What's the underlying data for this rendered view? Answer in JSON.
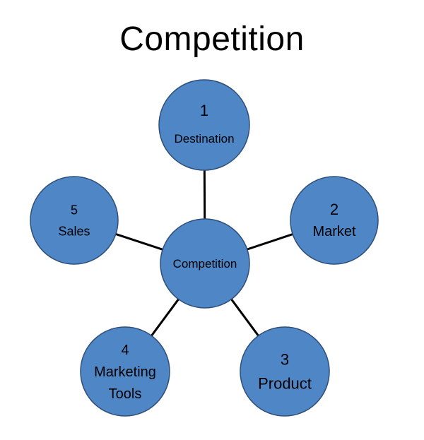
{
  "title": "Competition",
  "colors": {
    "node_fill": "#4f86c6",
    "node_stroke": "#2f4f7a",
    "connector": "#000000",
    "text": "#000000"
  },
  "center": {
    "id": "center",
    "lines": [
      "Competition"
    ]
  },
  "nodes": [
    {
      "id": "destination",
      "lines": [
        "1",
        "Destination"
      ]
    },
    {
      "id": "market",
      "lines": [
        "2",
        "Market"
      ]
    },
    {
      "id": "product",
      "lines": [
        "3",
        "Product"
      ]
    },
    {
      "id": "marketing-tools",
      "lines": [
        "4",
        "Marketing",
        "Tools"
      ]
    },
    {
      "id": "sales",
      "lines": [
        "5",
        "Sales"
      ]
    }
  ]
}
